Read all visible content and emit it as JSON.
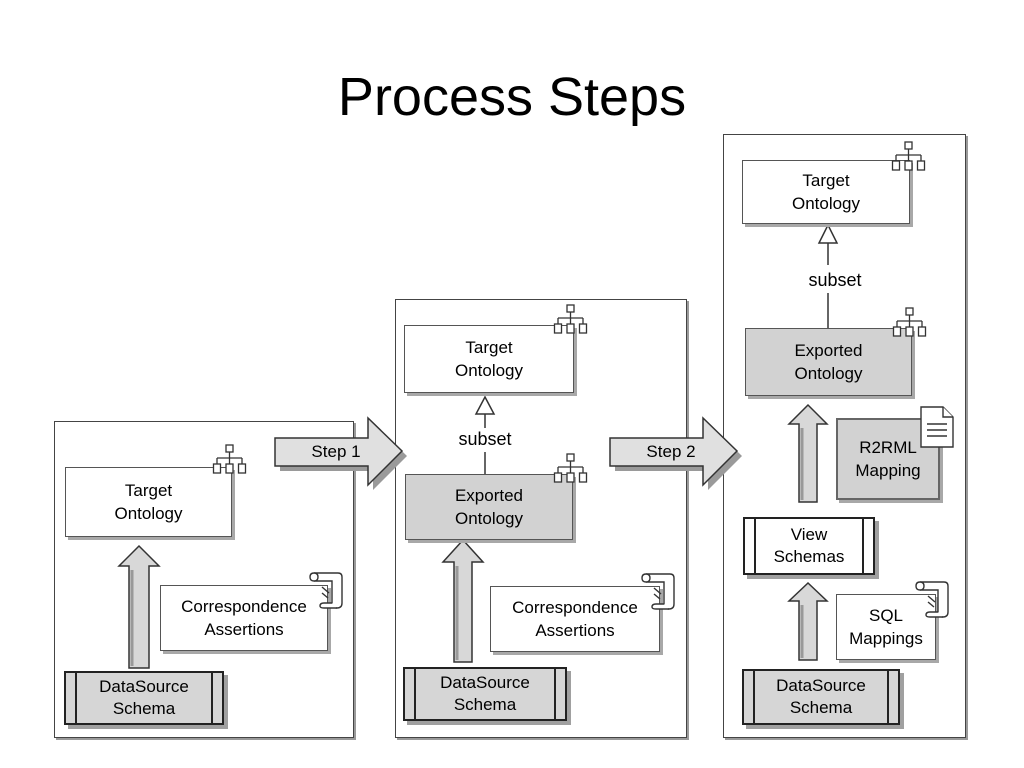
{
  "title": "Process Steps",
  "steps": {
    "step1": "Step 1",
    "step2": "Step 2"
  },
  "panel1": {
    "target": [
      "Target",
      "Ontology"
    ],
    "correspondence": [
      "Correspondence",
      "Assertions"
    ],
    "datasource": [
      "DataSource",
      "Schema"
    ]
  },
  "panel2": {
    "target": [
      "Target",
      "Ontology"
    ],
    "subset": "subset",
    "exported": [
      "Exported",
      "Ontology"
    ],
    "correspondence": [
      "Correspondence",
      "Assertions"
    ],
    "datasource": [
      "DataSource",
      "Schema"
    ]
  },
  "panel3": {
    "target": [
      "Target",
      "Ontology"
    ],
    "subset": "subset",
    "exported": [
      "Exported",
      "Ontology"
    ],
    "r2rml": [
      "R2RML",
      "Mapping"
    ],
    "view": [
      "View",
      "Schemas"
    ],
    "sql": [
      "SQL",
      "Mappings"
    ],
    "datasource": [
      "DataSource",
      "Schema"
    ]
  },
  "icons": {
    "ontology": "hierarchy-icon",
    "assertions": "scroll-icon",
    "mapping": "document-icon"
  }
}
